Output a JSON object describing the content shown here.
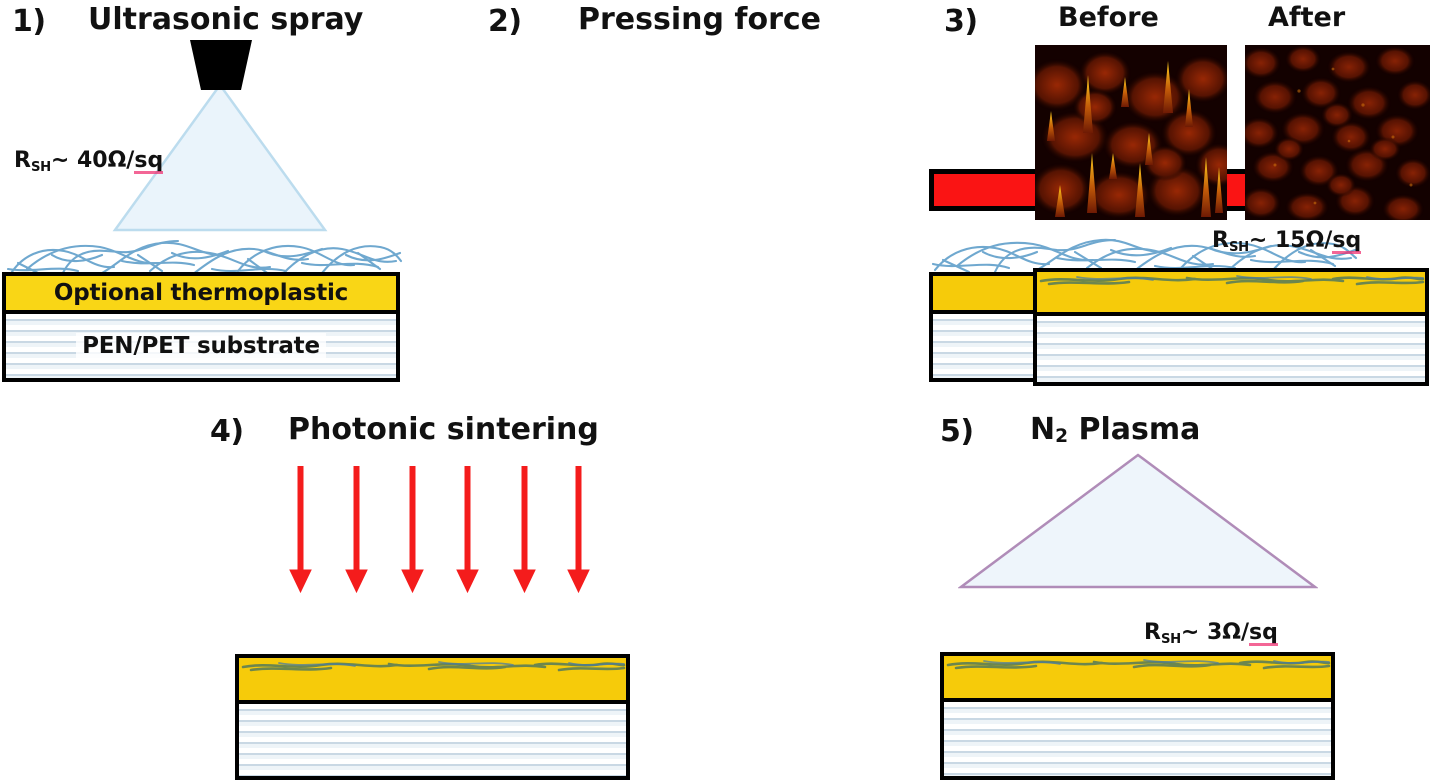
{
  "figure": {
    "type": "process-flow-diagram",
    "description": "Five-step fabrication process for silver nanowire transparent conductive electrodes on flexible plastic substrate",
    "background_color": "#ffffff"
  },
  "colors": {
    "gold_layer": "#f6cb0a",
    "thermoplastic": "#f9d616",
    "substrate_stripe": "#c9d8e4",
    "press_bar_red": "#fa1414",
    "arrow_red": "#f41c1c",
    "spray_cone": "#e8f2fa",
    "spray_outline": "#b9d8ea",
    "plasma_outline": "#b08cb8",
    "nanowire_blue": "#6fa8cf",
    "spellcheck_underline": "#ef2b6e",
    "afm_background": "#120000",
    "afm_spike": "#ffd21e",
    "afm_mid": "#8a1f05"
  },
  "steps": [
    {
      "number": "1)",
      "title": "Ultrasonic spray",
      "rsh_prefix": "R",
      "rsh_sub": "SH",
      "rsh_value": "~ 40Ω/",
      "rsh_unit": "sq",
      "layers": {
        "top_label": "Optional thermoplastic",
        "bottom_label": "PEN/PET substrate"
      }
    },
    {
      "number": "2)",
      "title": "Pressing force",
      "layers": {
        "top_label": "",
        "bottom_label": ""
      }
    },
    {
      "number": "3)",
      "title": "",
      "afm_before_label": "Before",
      "afm_after_label": "After",
      "rsh_prefix": "R",
      "rsh_sub": "SH",
      "rsh_value": "~ 15Ω/",
      "rsh_unit": "sq",
      "layers": {
        "top_label": "",
        "bottom_label": ""
      }
    },
    {
      "number": "4)",
      "title": "Photonic sintering",
      "arrow_count": 6,
      "layers": {
        "top_label": "",
        "bottom_label": ""
      }
    },
    {
      "number": "5)",
      "title_main": "N",
      "title_sub": "2",
      "title_rest": " Plasma",
      "rsh_prefix": "R",
      "rsh_sub": "SH",
      "rsh_value": "~ 3Ω/",
      "rsh_unit": "sq",
      "layers": {
        "top_label": "",
        "bottom_label": ""
      }
    }
  ]
}
